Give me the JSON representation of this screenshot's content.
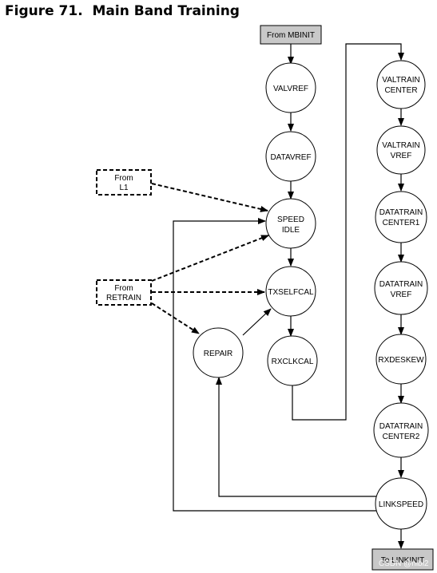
{
  "figure": {
    "title": "Figure 71.  Main Band Training"
  },
  "nodes": {
    "from_mbinit": "From MBINIT",
    "valvref": "VALVREF",
    "datavref": "DATAVREF",
    "speed_idle": [
      "SPEED",
      "IDLE"
    ],
    "txselfcal": "TXSELFCAL",
    "rxclkcal": "RXCLKCAL",
    "repair": "REPAIR",
    "from_l1": [
      "From",
      "L1"
    ],
    "from_retrain": [
      "From",
      "RETRAIN"
    ],
    "valtrain_center": [
      "VALTRAIN",
      "CENTER"
    ],
    "valtrain_vref": [
      "VALTRAIN",
      "VREF"
    ],
    "datatrain_center1": [
      "DATATRAIN",
      "CENTER1"
    ],
    "datatrain_vref": [
      "DATATRAIN",
      "VREF"
    ],
    "rxdeskew": "RXDESKEW",
    "datatrain_center2": [
      "DATATRAIN",
      "CENTER2"
    ],
    "linkspeed": "LINKSPEED",
    "to_linkinit": "To LINKINIT"
  },
  "watermark": "CSDN @nibi2"
}
